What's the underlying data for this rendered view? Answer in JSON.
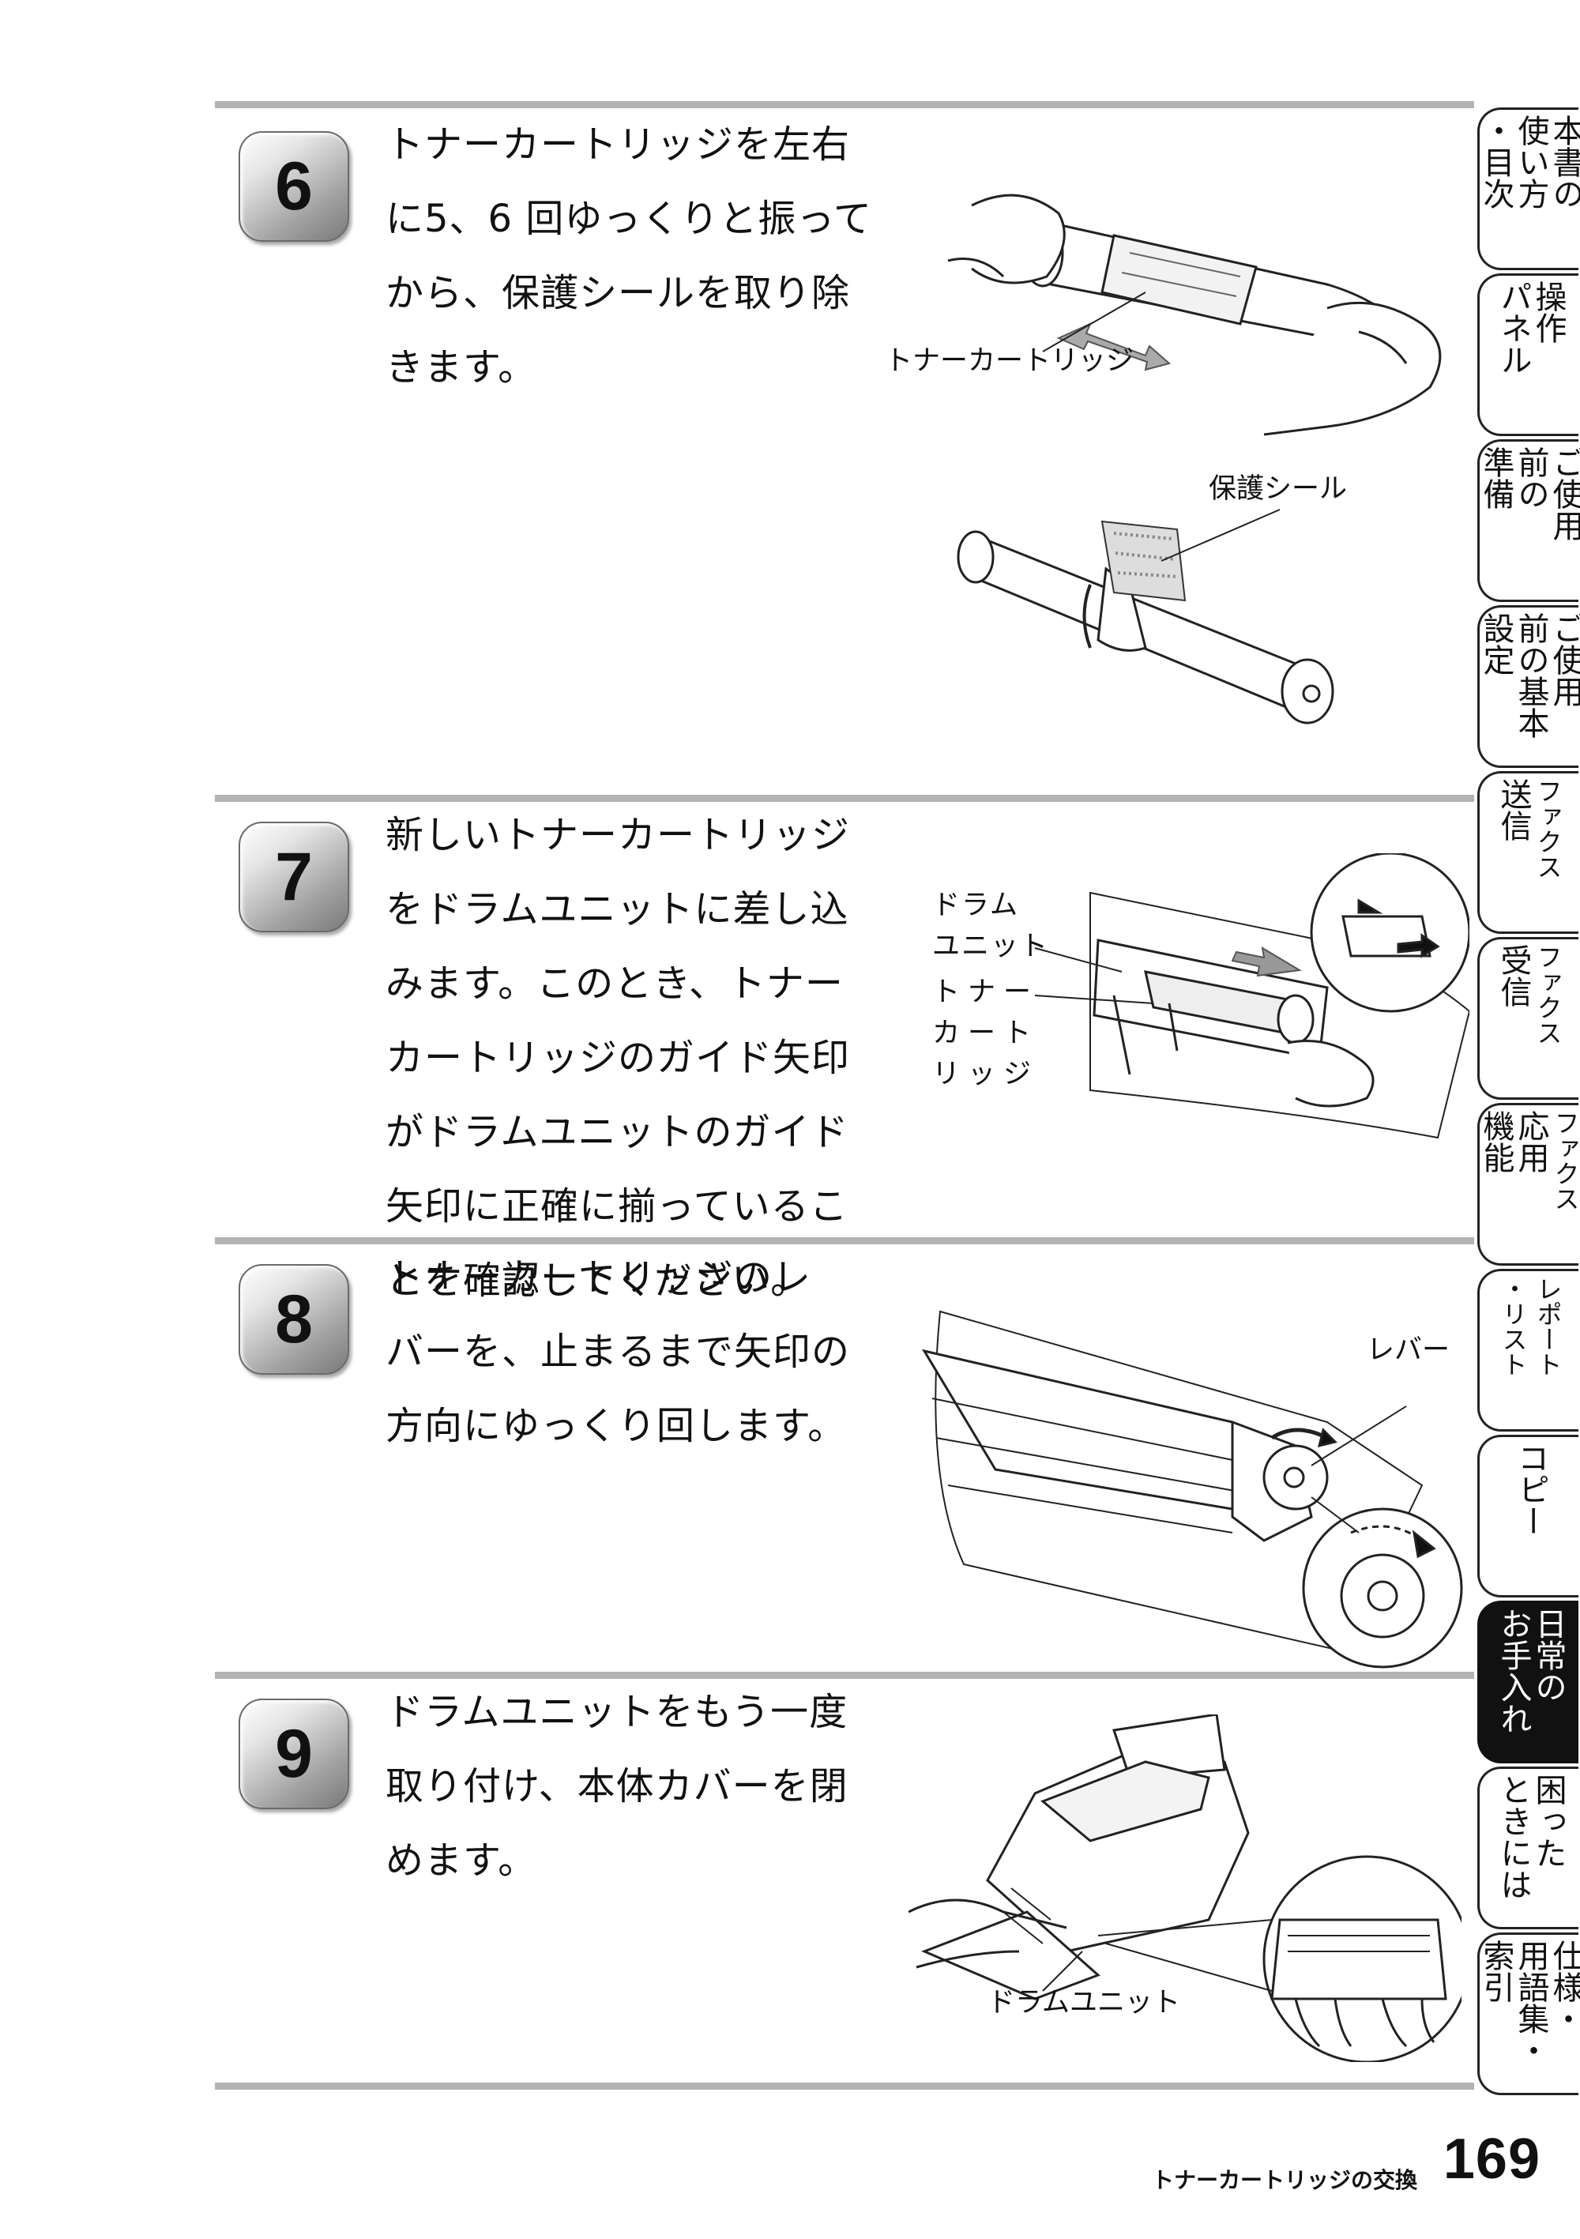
{
  "steps": [
    {
      "number": "6",
      "text": "トナーカートリッジを左右に5、6回ゆっくりと振ってから、保護シールを取り除きます。",
      "lines": [
        "トナーカートリッジを左右",
        "に5、6 回ゆっくりと振って",
        "から、保護シールを取り除",
        "きます。"
      ]
    },
    {
      "number": "7",
      "lines": [
        "新しいトナーカートリッジ",
        "をドラムユニットに差し込",
        "みます。このとき、トナー",
        "カートリッジのガイド矢印",
        "がドラムユニットのガイド",
        "矢印に正確に揃っているこ",
        "とを確認してください。"
      ]
    },
    {
      "number": "8",
      "lines": [
        "トナーカートリッジのレ",
        "バーを、止まるまで矢印の",
        "方向にゆっくり回します。"
      ]
    },
    {
      "number": "9",
      "lines": [
        "ドラムユニットをもう一度",
        "取り付け、本体カバーを閉",
        "めます。"
      ]
    }
  ],
  "figure_labels": {
    "toner_cartridge": "トナーカートリッジ",
    "protective_seal": "保護シール",
    "drum_unit_2line": "ドラム\nユニット",
    "toner_cartridge_3line": "トナー\nカート\nリッジ",
    "lever": "レバー",
    "drum_unit": "ドラムユニット"
  },
  "side_tabs": [
    {
      "cols": [
        "本書の",
        "使い方",
        "・目次"
      ],
      "active": false
    },
    {
      "cols": [
        "操作",
        "パネル"
      ],
      "active": false
    },
    {
      "cols": [
        "ご使用",
        "前の",
        "準備"
      ],
      "active": false
    },
    {
      "cols": [
        "ご使用",
        "前の基本",
        "設定"
      ],
      "active": false
    },
    {
      "cols": [
        "ファクス",
        "送信"
      ],
      "active": false
    },
    {
      "cols": [
        "ファクス",
        "受信"
      ],
      "active": false
    },
    {
      "cols": [
        "ファクス",
        "応用",
        "機能"
      ],
      "active": false
    },
    {
      "cols": [
        "レポート",
        "・リスト"
      ],
      "active": false
    },
    {
      "cols": [
        "コピー"
      ],
      "active": false
    },
    {
      "cols": [
        "日常の",
        "お手入れ"
      ],
      "active": true
    },
    {
      "cols": [
        "困った",
        "ときには"
      ],
      "active": false
    },
    {
      "cols": [
        "仕様・",
        "用語集・",
        "索引"
      ],
      "active": false
    }
  ],
  "footer": {
    "section_title": "トナーカートリッジの交換",
    "page_number": "169"
  }
}
